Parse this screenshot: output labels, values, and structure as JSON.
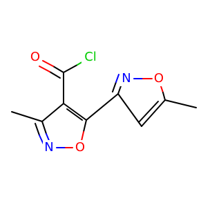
{
  "molecule": {
    "atoms": {
      "cl": {
        "symbol": "Cl",
        "color": "#00cc00"
      },
      "o_carbonyl": {
        "symbol": "O",
        "color": "#ff0000"
      },
      "n_left": {
        "symbol": "N",
        "color": "#0000ff"
      },
      "o_left": {
        "symbol": "O",
        "color": "#ff0000"
      },
      "n_right": {
        "symbol": "N",
        "color": "#0000ff"
      },
      "o_right": {
        "symbol": "O",
        "color": "#ff0000"
      }
    }
  }
}
